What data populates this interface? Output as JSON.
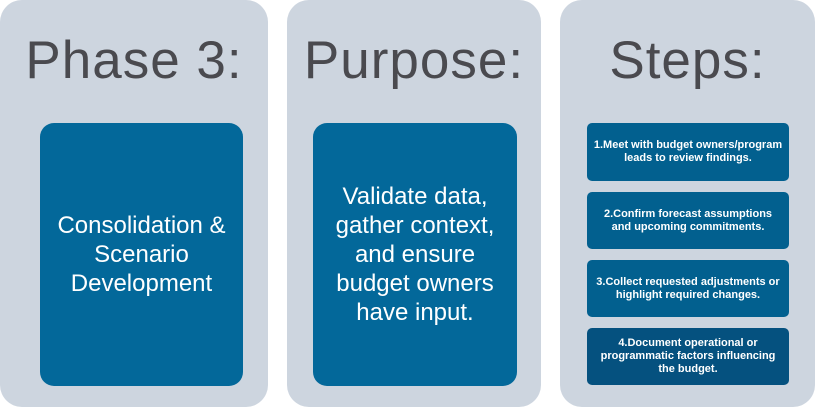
{
  "phase": {
    "title": "Phase 3:",
    "description": "Consolidation & Scenario Development"
  },
  "purpose": {
    "title": "Purpose:",
    "description": "Validate data, gather context, and ensure budget owners have input."
  },
  "steps": {
    "title": "Steps:",
    "items": [
      {
        "label": "1.Meet with budget owners/program leads to review findings."
      },
      {
        "label": "2.Confirm forecast assumptions and upcoming commitments."
      },
      {
        "label": "3.Collect requested adjustments or highlight required changes."
      },
      {
        "label": "4.Document operational or programmatic factors influencing the budget."
      }
    ]
  },
  "colors": {
    "panel_background": "#cdd5df",
    "box_fill": "#03689a",
    "title_text": "#4a4a4f"
  }
}
